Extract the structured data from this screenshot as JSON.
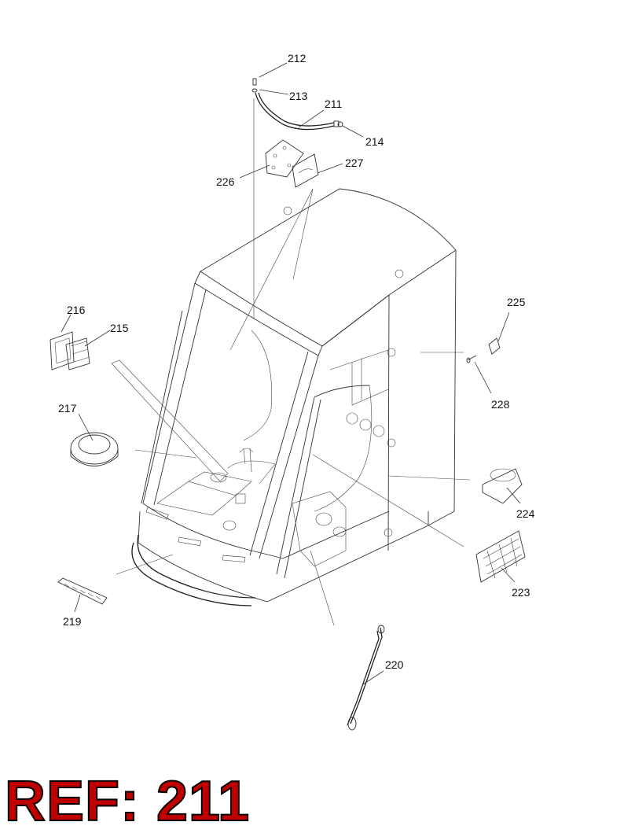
{
  "reference": {
    "text": "REF: 211",
    "color": "#c00000"
  },
  "parts": [
    {
      "id": "p212",
      "label": "212"
    },
    {
      "id": "p213",
      "label": "213"
    },
    {
      "id": "p211",
      "label": "211"
    },
    {
      "id": "p214",
      "label": "214"
    },
    {
      "id": "p226",
      "label": "226"
    },
    {
      "id": "p227",
      "label": "227"
    },
    {
      "id": "p216",
      "label": "216"
    },
    {
      "id": "p215",
      "label": "215"
    },
    {
      "id": "p225",
      "label": "225"
    },
    {
      "id": "p228",
      "label": "228"
    },
    {
      "id": "p217",
      "label": "217"
    },
    {
      "id": "p224",
      "label": "224"
    },
    {
      "id": "p223",
      "label": "223"
    },
    {
      "id": "p219",
      "label": "219"
    },
    {
      "id": "p220",
      "label": "220"
    }
  ]
}
